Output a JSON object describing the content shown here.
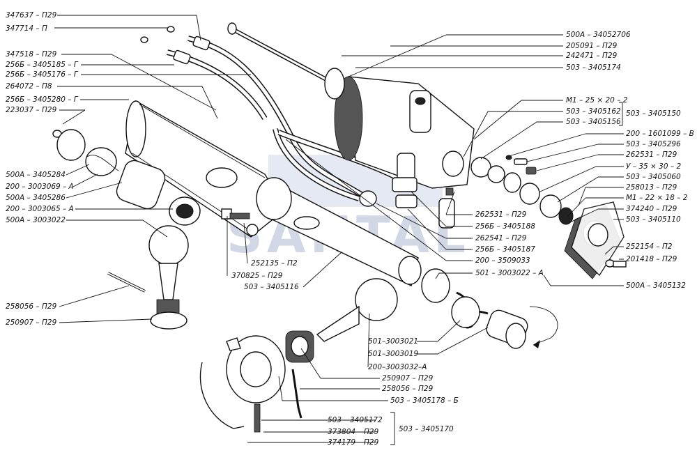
{
  "watermark": {
    "text": "SANTAL",
    "color": "#7f8fb8"
  },
  "labels": {
    "left": [
      "347637 – П29",
      "347714 – П",
      "347518 – П29",
      "256Б – 3405185 – Г",
      "256Б – 3405176 – Г",
      "264072 – П8",
      "256Б – 3405280 – Г",
      "223037 – П29",
      "500А – 3405284",
      "200 – 3003069 – А",
      "500А – 3405286",
      "200 – 3003065 – А",
      "500А – 3003022",
      "258056 – П29",
      "250907 – П29"
    ],
    "center": [
      "252135 – П2",
      "370825 – П29",
      "503 – 3405116"
    ],
    "right_top": [
      "500А – 34052706",
      "205091 – П29",
      "242471 – П29",
      "503 – 3405174"
    ],
    "right": [
      "М1 – 25 × 20 – 2",
      "503 – 3405162",
      "503 – 3405156",
      "200 – 1601099 – В",
      "503 – 3405296",
      "262531 – П29",
      "У – 35 × 30 – 2",
      "503 – 3405060",
      "258013 – П29",
      "М1 – 22 × 18 – 2",
      "374240 – П29",
      "503 – 3405110",
      "252154 – П2",
      "201418 – П29",
      "500А – 3405132"
    ],
    "group_label": "503 – 3405150",
    "mid": [
      "262531 – П29",
      "256Б – 3405188",
      "262541 – П29",
      "256Б – 3405187",
      "200 – 3509033",
      "501 – 3003022 – А"
    ],
    "bottom": [
      "501–3003021",
      "501–3003019",
      "200–3003032–А",
      "250907 – П29",
      "258056 – П29",
      "503 – 3405178 – Б"
    ],
    "bottom_group": [
      "503 – 3405172",
      "373804 – П29",
      "374179 – П29"
    ],
    "bottom_group_label": "503 – 3405170"
  }
}
